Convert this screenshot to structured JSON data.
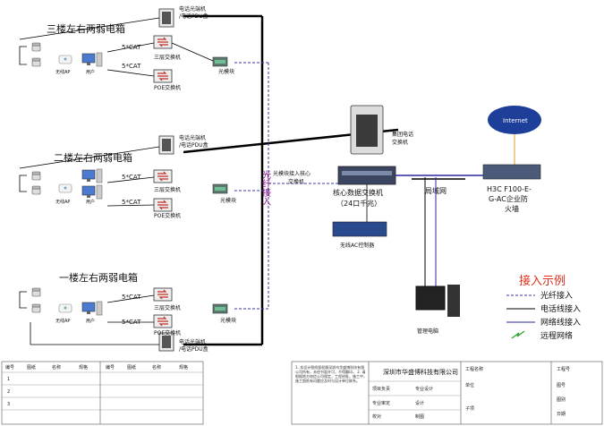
{
  "floors": [
    {
      "title": "三楼左右两弱电箱",
      "phone_box": "电话光端机",
      "phone_box2": "/电话PDU盒",
      "switch3": "三层交换机",
      "poe": "POE交换机",
      "optic": "光模块",
      "ap": "无线AP",
      "user": "用户",
      "cat_top": "5*CAT",
      "cat_bottom": "5*CAT"
    },
    {
      "title": "二楼左右两弱电箱",
      "phone_box": "电话光端机",
      "phone_box2": "/电话PDU盒",
      "switch3": "三层交换机",
      "poe": "POE交换机",
      "optic": "光模块",
      "ap": "无线AP",
      "user": "用户",
      "cat_top": "5*CAT",
      "cat_bottom": "5*CAT"
    },
    {
      "title": "一楼左右两弱电箱",
      "phone_box": "电话光端机",
      "phone_box2": "/电话PDU盒",
      "switch3": "三层交换机",
      "poe": "POE交换机",
      "optic": "光模块",
      "ap": "无线AP",
      "user": "用户",
      "cat_top": "5*CAT",
      "cat_bottom": "5*CAT"
    }
  ],
  "vertical_label": "光纤接入",
  "core": {
    "fiber_in": "光模块接入核心",
    "fiber_in2": "交换机",
    "name": "核心数据交换机",
    "ports": "（24口千兆）",
    "ac": "无线AC控制器",
    "group_phone": "集团电话",
    "group_phone2": "交换机",
    "lan": "局域网",
    "mgmt": "管理电脑"
  },
  "firewall": {
    "name1": "H3C F100-E-",
    "name2": "G-AC企业防",
    "name3": "火墙",
    "internet": "Internet"
  },
  "legend": {
    "title": "接入示例",
    "items": [
      {
        "label": "光纤接入",
        "style": "dashed",
        "color": "#3a3aa0"
      },
      {
        "label": "电话线接入",
        "style": "solid",
        "color": "#000000"
      },
      {
        "label": "网络线接入",
        "style": "solid",
        "color": "#2a2aa0"
      },
      {
        "label": "远程网络",
        "style": "bolt",
        "color": "#2aa02a"
      }
    ]
  },
  "title_block": {
    "table_headers": [
      "编号",
      "图纸",
      "名称",
      "规格"
    ],
    "table_headers2": [
      "编号",
      "图纸",
      "名称",
      "规格"
    ],
    "rows": [
      "1",
      "2",
      "3"
    ],
    "company": "深圳市华盛博科技有限公司",
    "project_name": "工程名称",
    "work_no": "工程号",
    "notes": "1. 本设计图纸版权属深圳市华盛博科技有限公司所有，未经书面许可，不得翻印。 2. 请根据地方电信公司规定，工程经批，施工中，施工图纸有问题应及时与设计单位联系。",
    "cells": [
      "项目负责",
      "专业设计",
      "专业审定",
      "设计",
      "校对",
      "制图",
      "单位",
      "子项",
      "图号",
      "图别",
      "日期"
    ]
  }
}
